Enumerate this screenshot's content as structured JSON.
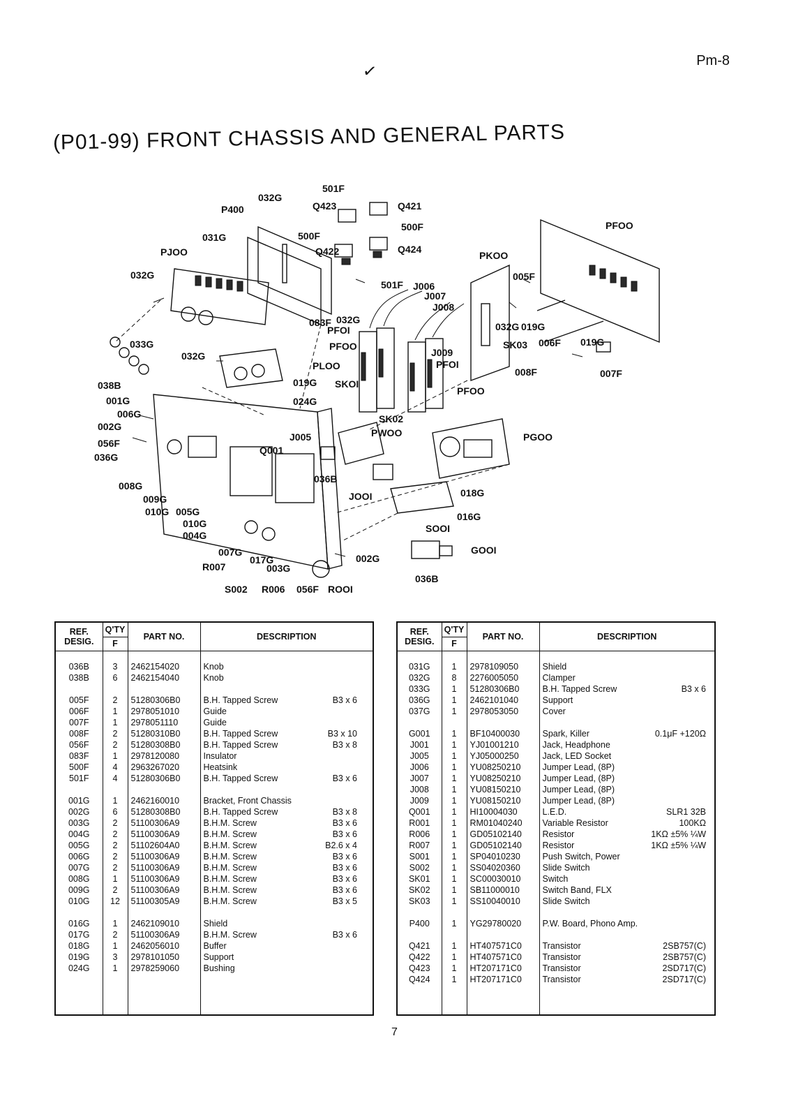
{
  "header": {
    "check_mark": "✓",
    "page_id": "Pm-8"
  },
  "title": "(P01-99) FRONT CHASSIS AND GENERAL PARTS",
  "diagram": {
    "labels": [
      "501F",
      "032G",
      "P400",
      "Q423",
      "Q421",
      "031G",
      "500F",
      "PFOO",
      "PJOO",
      "500F",
      "Q422",
      "Q424",
      "PKOO",
      "032G",
      "005F",
      "501F",
      "J006",
      "J007",
      "J008",
      "083F",
      "032G",
      "PFOI",
      "032G",
      "019G",
      "033G",
      "PFOO",
      "SK03",
      "006F",
      "019G",
      "032G",
      "J009",
      "PFOI",
      "008F",
      "007F",
      "PLOO",
      "038B",
      "019G",
      "SKOI",
      "PFOO",
      "001G",
      "024G",
      "006G",
      "SK02",
      "002G",
      "J005",
      "PWOO",
      "PGOO",
      "056F",
      "036G",
      "Q001",
      "036B",
      "008G",
      "009G",
      "JOOI",
      "018G",
      "010G",
      "005G",
      "016G",
      "010G",
      "004G",
      "SOOI",
      "007G",
      "017G",
      "002G",
      "GOOI",
      "R007",
      "003G",
      "036B",
      "S002",
      "R006",
      "056F",
      "ROOI"
    ]
  },
  "tables": {
    "headers": {
      "ref": "REF. DESIG.",
      "qty": "Q'TY",
      "qty_sub": "F",
      "part_no": "PART NO.",
      "description": "DESCRIPTION"
    },
    "left": [
      {
        "ref": "036B",
        "qty": "3",
        "part_no": "2462154020",
        "desc": "Knob",
        "spec": ""
      },
      {
        "ref": "038B",
        "qty": "6",
        "part_no": "2462154040",
        "desc": "Knob",
        "spec": ""
      },
      {
        "ref": "005F",
        "qty": "2",
        "part_no": "51280306B0",
        "desc": "B.H. Tapped Screw",
        "spec": "B3 x 6"
      },
      {
        "ref": "006F",
        "qty": "1",
        "part_no": "2978051010",
        "desc": "Guide",
        "spec": ""
      },
      {
        "ref": "007F",
        "qty": "1",
        "part_no": "2978051110",
        "desc": "Guide",
        "spec": ""
      },
      {
        "ref": "008F",
        "qty": "2",
        "part_no": "51280310B0",
        "desc": "B.H. Tapped Screw",
        "spec": "B3 x 10"
      },
      {
        "ref": "056F",
        "qty": "2",
        "part_no": "51280308B0",
        "desc": "B.H. Tapped Screw",
        "spec": "B3 x 8"
      },
      {
        "ref": "083F",
        "qty": "1",
        "part_no": "2978120080",
        "desc": "Insulator",
        "spec": ""
      },
      {
        "ref": "500F",
        "qty": "4",
        "part_no": "2963267020",
        "desc": "Heatsink",
        "spec": ""
      },
      {
        "ref": "501F",
        "qty": "4",
        "part_no": "51280306B0",
        "desc": "B.H. Tapped Screw",
        "spec": "B3 x 6"
      },
      {
        "ref": "001G",
        "qty": "1",
        "part_no": "2462160010",
        "desc": "Bracket, Front Chassis",
        "spec": ""
      },
      {
        "ref": "002G",
        "qty": "6",
        "part_no": "51280308B0",
        "desc": "B.H. Tapped Screw",
        "spec": "B3 x 8"
      },
      {
        "ref": "003G",
        "qty": "2",
        "part_no": "51100306A9",
        "desc": "B.H.M. Screw",
        "spec": "B3 x 6"
      },
      {
        "ref": "004G",
        "qty": "2",
        "part_no": "51100306A9",
        "desc": "B.H.M. Screw",
        "spec": "B3 x 6"
      },
      {
        "ref": "005G",
        "qty": "2",
        "part_no": "51102604A0",
        "desc": "B.H.M. Screw",
        "spec": "B2.6 x 4"
      },
      {
        "ref": "006G",
        "qty": "2",
        "part_no": "51100306A9",
        "desc": "B.H.M. Screw",
        "spec": "B3 x 6"
      },
      {
        "ref": "007G",
        "qty": "2",
        "part_no": "51100306A9",
        "desc": "B.H.M. Screw",
        "spec": "B3 x 6"
      },
      {
        "ref": "008G",
        "qty": "1",
        "part_no": "51100306A9",
        "desc": "B.H.M. Screw",
        "spec": "B3 x 6"
      },
      {
        "ref": "009G",
        "qty": "2",
        "part_no": "51100306A9",
        "desc": "B.H.M. Screw",
        "spec": "B3 x 6"
      },
      {
        "ref": "010G",
        "qty": "12",
        "part_no": "51100305A9",
        "desc": "B.H.M. Screw",
        "spec": "B3 x 5"
      },
      {
        "ref": "016G",
        "qty": "1",
        "part_no": "2462109010",
        "desc": "Shield",
        "spec": ""
      },
      {
        "ref": "017G",
        "qty": "2",
        "part_no": "51100306A9",
        "desc": "B.H.M. Screw",
        "spec": "B3 x 6"
      },
      {
        "ref": "018G",
        "qty": "1",
        "part_no": "2462056010",
        "desc": "Buffer",
        "spec": ""
      },
      {
        "ref": "019G",
        "qty": "3",
        "part_no": "2978101050",
        "desc": "Support",
        "spec": ""
      },
      {
        "ref": "024G",
        "qty": "1",
        "part_no": "2978259060",
        "desc": "Bushing",
        "spec": ""
      }
    ],
    "right": [
      {
        "ref": "031G",
        "qty": "1",
        "part_no": "2978109050",
        "desc": "Shield",
        "spec": ""
      },
      {
        "ref": "032G",
        "qty": "8",
        "part_no": "2276005050",
        "desc": "Clamper",
        "spec": ""
      },
      {
        "ref": "033G",
        "qty": "1",
        "part_no": "51280306B0",
        "desc": "B.H. Tapped Screw",
        "spec": "B3 x 6"
      },
      {
        "ref": "036G",
        "qty": "1",
        "part_no": "2462101040",
        "desc": "Support",
        "spec": ""
      },
      {
        "ref": "037G",
        "qty": "1",
        "part_no": "2978053050",
        "desc": "Cover",
        "spec": ""
      },
      {
        "ref": "G001",
        "qty": "1",
        "part_no": "BF10400030",
        "desc": "Spark, Killer",
        "spec": "0.1μF +120Ω"
      },
      {
        "ref": "J001",
        "qty": "1",
        "part_no": "YJ01001210",
        "desc": "Jack, Headphone",
        "spec": ""
      },
      {
        "ref": "J005",
        "qty": "1",
        "part_no": "YJ05000250",
        "desc": "Jack, LED Socket",
        "spec": ""
      },
      {
        "ref": "J006",
        "qty": "1",
        "part_no": "YU08250210",
        "desc": "Jumper Lead, (8P)",
        "spec": ""
      },
      {
        "ref": "J007",
        "qty": "1",
        "part_no": "YU08250210",
        "desc": "Jumper Lead, (8P)",
        "spec": ""
      },
      {
        "ref": "J008",
        "qty": "1",
        "part_no": "YU08150210",
        "desc": "Jumper Lead, (8P)",
        "spec": ""
      },
      {
        "ref": "J009",
        "qty": "1",
        "part_no": "YU08150210",
        "desc": "Jumper Lead, (8P)",
        "spec": ""
      },
      {
        "ref": "Q001",
        "qty": "1",
        "part_no": "HI10004030",
        "desc": "L.E.D.",
        "spec": "SLR1 32B"
      },
      {
        "ref": "R001",
        "qty": "1",
        "part_no": "RM01040240",
        "desc": "Variable Resistor",
        "spec": "100KΩ"
      },
      {
        "ref": "R006",
        "qty": "1",
        "part_no": "GD05102140",
        "desc": "Resistor",
        "spec": "1KΩ  ±5%  ¼W"
      },
      {
        "ref": "R007",
        "qty": "1",
        "part_no": "GD05102140",
        "desc": "Resistor",
        "spec": "1KΩ  ±5%  ¼W"
      },
      {
        "ref": "S001",
        "qty": "1",
        "part_no": "SP04010230",
        "desc": "Push Switch, Power",
        "spec": ""
      },
      {
        "ref": "S002",
        "qty": "1",
        "part_no": "SS04020360",
        "desc": "Slide Switch",
        "spec": ""
      },
      {
        "ref": "SK01",
        "qty": "1",
        "part_no": "SC00030010",
        "desc": "Switch",
        "spec": ""
      },
      {
        "ref": "SK02",
        "qty": "1",
        "part_no": "SB11000010",
        "desc": "Switch Band, FLX",
        "spec": ""
      },
      {
        "ref": "SK03",
        "qty": "1",
        "part_no": "SS10040010",
        "desc": "Slide Switch",
        "spec": ""
      },
      {
        "ref": "P400",
        "qty": "1",
        "part_no": "YG29780020",
        "desc": "P.W. Board, Phono Amp.",
        "spec": ""
      },
      {
        "ref": "Q421",
        "qty": "1",
        "part_no": "HT407571C0",
        "desc": "Transistor",
        "spec": "2SB757(C)"
      },
      {
        "ref": "Q422",
        "qty": "1",
        "part_no": "HT407571C0",
        "desc": "Transistor",
        "spec": "2SB757(C)"
      },
      {
        "ref": "Q423",
        "qty": "1",
        "part_no": "HT207171C0",
        "desc": "Transistor",
        "spec": "2SD717(C)"
      },
      {
        "ref": "Q424",
        "qty": "1",
        "part_no": "HT207171C0",
        "desc": "Transistor",
        "spec": "2SD717(C)"
      }
    ]
  },
  "footer": {
    "page_number": "7"
  }
}
